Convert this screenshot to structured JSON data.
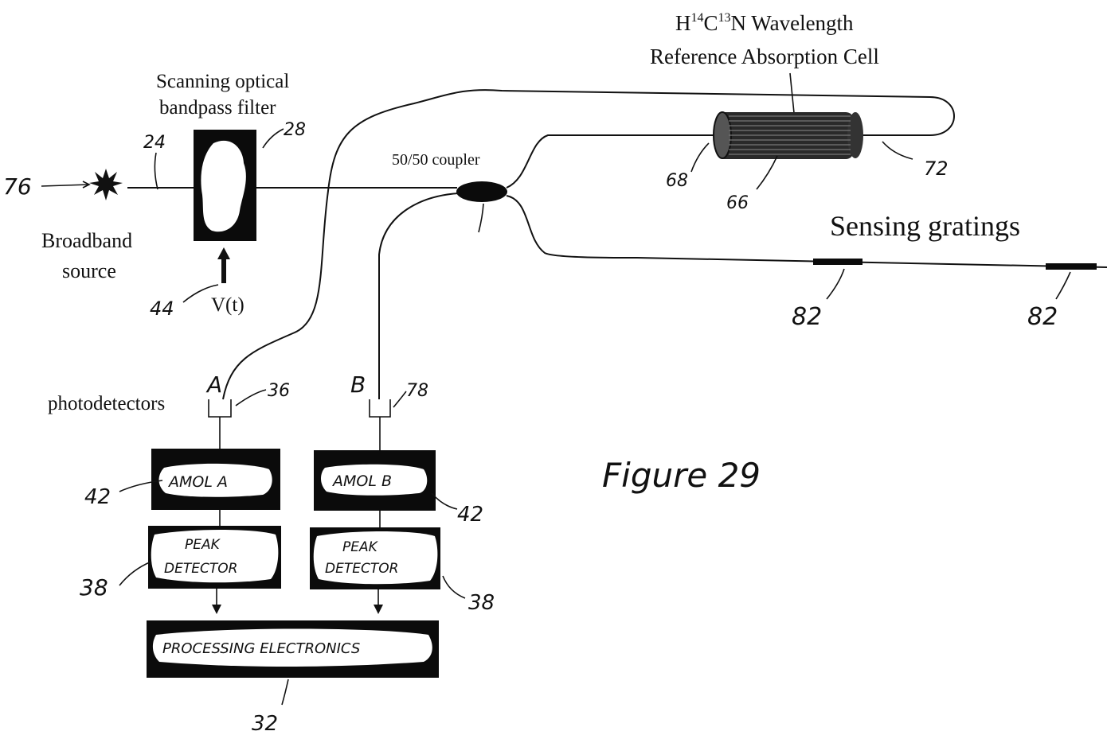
{
  "labels": {
    "cell_title_line1_prefix": "H",
    "cell_title_sup1": "14",
    "cell_title_mid": "C",
    "cell_title_sup2": "13",
    "cell_title_suffix": "N Wavelength",
    "cell_title_line2": "Reference Absorption Cell",
    "filter_line1": "Scanning optical",
    "filter_line2": "bandpass filter",
    "coupler": "50/50 coupler",
    "sensing_gratings": "Sensing gratings",
    "source_line1": "Broadband",
    "source_line2": "source",
    "voltage": "V(t)",
    "photodetectors": "photodetectors",
    "detector_a": "A",
    "detector_b": "B",
    "figure": "Figure 29"
  },
  "boxes": {
    "amol_a": "AMOL A",
    "amol_b": "AMOL B",
    "peak_a_line1": "PEAK",
    "peak_a_line2": "DETECTOR",
    "peak_b_line1": "PEAK",
    "peak_b_line2": "DETECTOR",
    "processing": "PROCESSING ELECTRONICS"
  },
  "refs": {
    "source": "76",
    "fiber": "24",
    "filter": "28",
    "cell_end": "68",
    "cell_body": "66",
    "cell_fiber": "72",
    "grating1": "82",
    "grating2": "82",
    "detector_a": "36",
    "detector_b": "78",
    "amol_a": "42",
    "amol_b": "42",
    "peak_a": "38",
    "peak_b": "38",
    "processing": "32",
    "voltage": "44"
  }
}
